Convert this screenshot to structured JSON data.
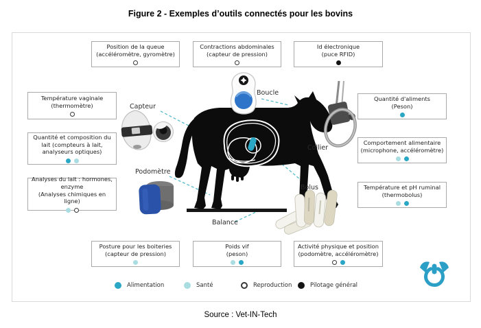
{
  "title": "Figure 2 - Exemples d’outils connectés pour les bovins",
  "source": "Source : Vet-IN-Tech",
  "colors": {
    "alimentation": "#2ba7c6",
    "sante": "#a9dde2",
    "pilotage": "#141414",
    "connector": "#55bccb",
    "logo": "#2b9fc6"
  },
  "boxes": {
    "queue": {
      "text": "Position de la queue",
      "sub": "(accéléromètre, gyromètre)",
      "dots": [
        "reproduction"
      ]
    },
    "contractions": {
      "text": "Contractions abdominales",
      "sub": "(capteur de pression)",
      "dots": [
        "reproduction"
      ]
    },
    "id": {
      "text": "Id électronique",
      "sub": "(puce RFID)",
      "dots": [
        "pilotage"
      ]
    },
    "tempvag": {
      "text": "Température vaginale",
      "sub": "(thermomètre)",
      "dots": [
        "reproduction"
      ]
    },
    "qlait": {
      "text": "Quantité et composition du lait (compteurs à lait, analyseurs optiques)",
      "sub": "",
      "dots": [
        "alimentation",
        "sante"
      ]
    },
    "alait": {
      "text": "Analyses du lait : hormones, enzyme",
      "sub": "(Analyses chimiques en ligne)",
      "dots": [
        "sante",
        "reproduction"
      ]
    },
    "qaliments": {
      "text": "Quantité d'aliments",
      "sub": "(Peson)",
      "dots": [
        "alimentation"
      ]
    },
    "comportement": {
      "text": "Comportement alimentaire",
      "sub": "(microphone, accéléromètre)",
      "dots": [
        "sante",
        "alimentation"
      ]
    },
    "tempph": {
      "text": "Température et pH ruminal",
      "sub": "(thermobolus)",
      "dots": [
        "sante",
        "alimentation"
      ]
    },
    "posture": {
      "text": "Posture pour les boiteries",
      "sub": "(capteur de pression)",
      "dots": [
        "sante"
      ]
    },
    "poids": {
      "text": "Poids vif",
      "sub": "(peson)",
      "dots": [
        "sante",
        "alimentation"
      ]
    },
    "activite": {
      "text": "Activité physique et position",
      "sub": "(podomètre, accéléromètre)",
      "dots": [
        "reproduction",
        "alimentation"
      ]
    }
  },
  "device_labels": {
    "capteur": "Capteur",
    "boucle": "Boucle",
    "collier": "Collier",
    "podometre": "Podomètre",
    "bolus": "Bolus",
    "balance": "Balance"
  },
  "legend": [
    {
      "type": "alimentation",
      "label": "Alimentation"
    },
    {
      "type": "sante",
      "label": "Santé"
    },
    {
      "type": "reproduction",
      "label": "Reproduction"
    },
    {
      "type": "pilotage",
      "label": "Pilotage général"
    }
  ]
}
